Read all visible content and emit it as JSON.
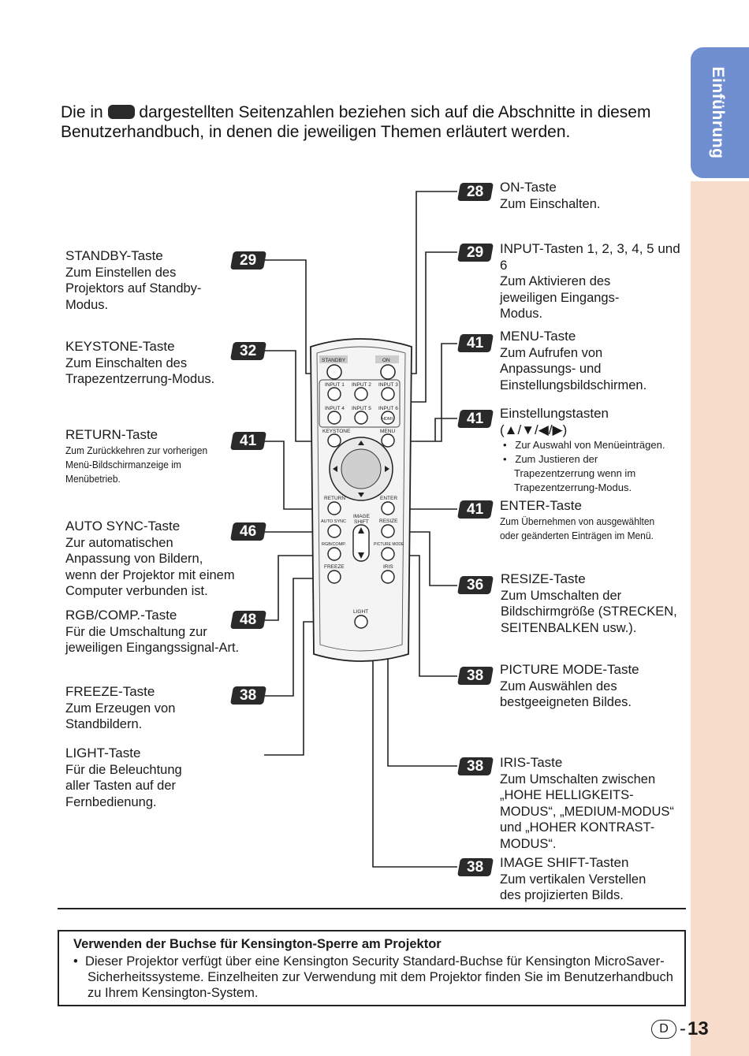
{
  "sidebar": {
    "tab_label": "Einführung",
    "tab_color": "#6f8fd0",
    "panel_color": "#f8dccb"
  },
  "intro": {
    "part1": "Die in",
    "part2": "dargestellten Seitenzahlen beziehen sich auf die Abschnitte in diesem Benutzerhandbuch, in denen die jeweiligen Themen erläutert werden."
  },
  "left_items": [
    {
      "page": "29",
      "title": "STANDBY-Taste",
      "desc": "Zum Einstellen des Projektors auf Standby-Modus."
    },
    {
      "page": "32",
      "title": "KEYSTONE-Taste",
      "desc": "Zum Einschalten des Trapezentzerrung-Modus."
    },
    {
      "page": "41",
      "title": "RETURN-Taste",
      "desc": "Zum Zurückkehren zur vorherigen Menü-Bildschirmanzeige im Menübetrieb."
    },
    {
      "page": "46",
      "title": "AUTO SYNC-Taste",
      "desc": "Zur automatischen Anpassung von Bildern, wenn der Projektor mit einem Computer verbunden ist."
    },
    {
      "page": "48",
      "title": "RGB/COMP.-Taste",
      "desc": "Für die Umschaltung zur jeweiligen Eingangssignal-Art."
    },
    {
      "page": "38",
      "title": "FREEZE-Taste",
      "desc": "Zum Erzeugen von Standbildern."
    },
    {
      "title": "LIGHT-Taste",
      "desc": "Für die Beleuchtung aller Tasten auf der Fernbedienung."
    }
  ],
  "right_items": [
    {
      "page": "28",
      "title": "ON-Taste",
      "desc": "Zum Einschalten."
    },
    {
      "page": "29",
      "title": "INPUT-Tasten 1, 2, 3, 4, 5 und 6",
      "desc": "Zum Aktivieren des jeweiligen Eingangs-Modus."
    },
    {
      "page": "41",
      "title": "MENU-Taste",
      "desc": "Zum Aufrufen von Anpassungs- und Einstellungsbildschirmen."
    },
    {
      "page": "41",
      "title": "Einstellungstasten (▲/▼/◀/▶)",
      "bullets": [
        "Zur Auswahl von Menüeinträgen.",
        "Zum Justieren der Trapezentzerrung wenn im Trapezentzerrung-Modus."
      ]
    },
    {
      "page": "41",
      "title": "ENTER-Taste",
      "desc": "Zum Übernehmen von ausgewählten oder geänderten Einträgen im Menü."
    },
    {
      "page": "36",
      "title": "RESIZE-Taste",
      "desc": "Zum Umschalten der Bildschirmgröße (STRECKEN, SEITENBALKEN usw.)."
    },
    {
      "page": "38",
      "title": "PICTURE MODE-Taste",
      "desc": "Zum Auswählen des bestgeeigneten Bildes."
    },
    {
      "page": "38",
      "title": "IRIS-Taste",
      "desc": "Zum Umschalten zwischen „HOHE HELLIGKEITS-MODUS“, „MEDIUM-MODUS“ und „HOHER KONTRAST-MODUS“."
    },
    {
      "page": "38",
      "title": "IMAGE SHIFT-Tasten",
      "desc": "Zum vertikalen Verstellen des projizierten Bilds."
    }
  ],
  "remote": {
    "standby": "STANDBY",
    "on": "ON",
    "inputs": [
      "INPUT 1",
      "INPUT 2",
      "INPUT 3",
      "INPUT 4",
      "INPUT 5",
      "INPUT 6"
    ],
    "hdmi": "HDMI",
    "keystone": "KEYSTONE",
    "menu": "MENU",
    "return": "RETURN",
    "enter": "ENTER",
    "auto_sync": "AUTO SYNC",
    "image_shift_1": "IMAGE",
    "image_shift_2": "SHIFT",
    "resize": "RESIZE",
    "rgb_comp": "RGB/COMP.",
    "picture_mode": "PICTURE MODE",
    "freeze": "FREEZE",
    "iris": "IRIS",
    "light": "LIGHT"
  },
  "note": {
    "title": "Verwenden der Buchse für Kensington-Sperre am Projektor",
    "bullet": "Dieser Projektor verfügt über eine Kensington Security Standard-Buchse für Kensington MicroSaver-Sicherheitssysteme. Einzelheiten zur Verwendung mit dem Projektor finden Sie im Benutzerhandbuch zu Ihrem Kensington-System."
  },
  "footer": {
    "lang": "D",
    "sep": "-",
    "page": "13"
  }
}
